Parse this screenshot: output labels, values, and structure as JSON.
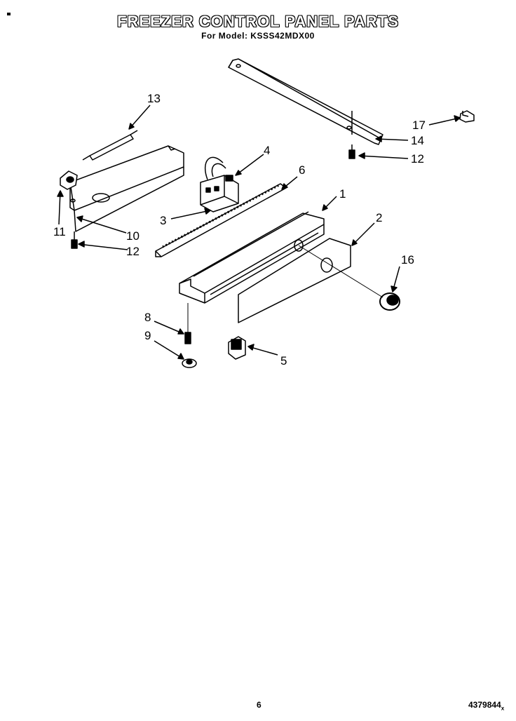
{
  "header": {
    "title": "FREEZER CONTROL PANEL PARTS",
    "subtitle": "For Model: KSSS42MDX00"
  },
  "callouts": {
    "c1": "1",
    "c2": "2",
    "c3": "3",
    "c4": "4",
    "c5": "5",
    "c6": "6",
    "c8": "8",
    "c9": "9",
    "c10": "10",
    "c11": "11",
    "c12a": "12",
    "c12b": "12",
    "c13": "13",
    "c14": "14",
    "c16": "16",
    "c17": "17"
  },
  "footer": {
    "page_number": "6",
    "doc_code": "4379844",
    "doc_suffix": "x"
  }
}
